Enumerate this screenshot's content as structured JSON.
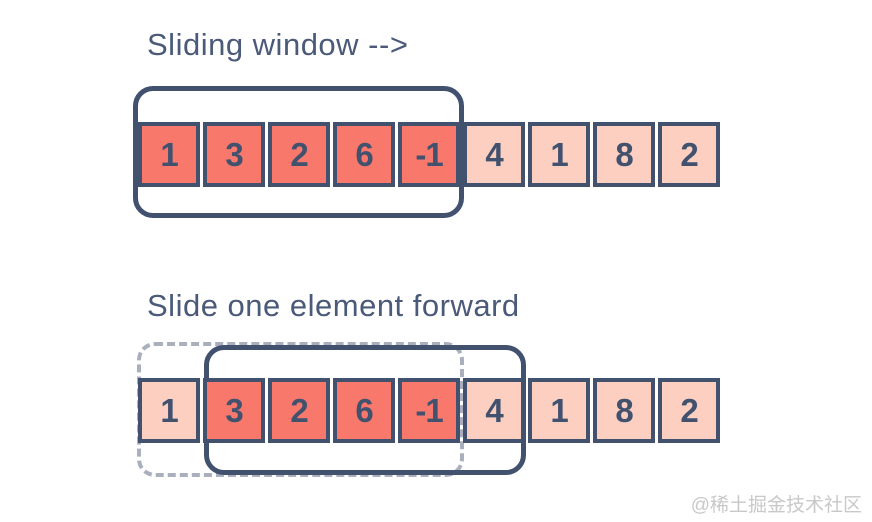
{
  "diagram": {
    "top": {
      "title": "Sliding window -->",
      "values": [
        "1",
        "3",
        "2",
        "6",
        "-1",
        "4",
        "1",
        "8",
        "2"
      ],
      "highlighted": [
        0,
        1,
        2,
        3,
        4
      ]
    },
    "bottom": {
      "title": "Slide one element forward",
      "values": [
        "1",
        "3",
        "2",
        "6",
        "-1",
        "4",
        "1",
        "8",
        "2"
      ],
      "highlighted": [
        1,
        2,
        3,
        4
      ]
    }
  },
  "colors": {
    "cell_border": "#41516E",
    "cell_highlight_fill": "#F9786C",
    "cell_normal_fill": "#FCCFC0",
    "window_outline": "#41516E",
    "previous_window_outline": "#A9AFBC",
    "title_text": "#4A5A78",
    "watermark_text": "#C8C8C8",
    "canvas_bg": "#FFFFFF"
  },
  "watermark": "@稀土掘金技术社区"
}
